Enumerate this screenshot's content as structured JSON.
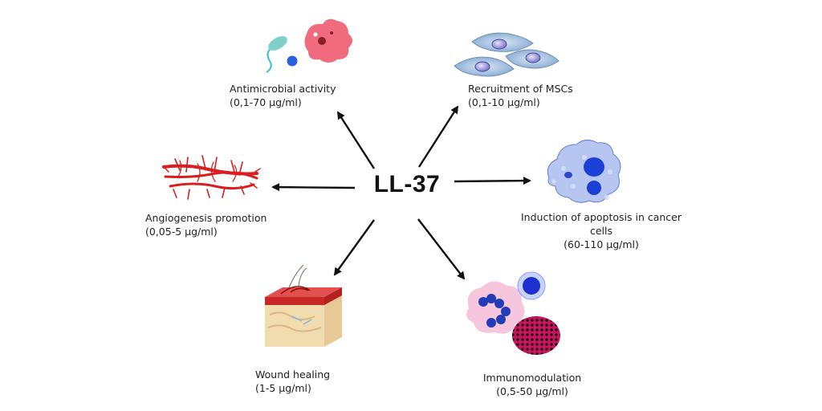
{
  "center": {
    "label": "LL-37"
  },
  "nodes": [
    {
      "id": "antimicrobial",
      "title": "Antimicrobial activity",
      "range": "(0,1-70 µg/ml)",
      "icon": "bacteria-icon"
    },
    {
      "id": "mscs",
      "title": "Recruitment of MSCs",
      "range": "(0,1-10 µg/ml)",
      "icon": "stem-cells-icon"
    },
    {
      "id": "angiogenesis",
      "title": "Angiogenesis promotion",
      "range": "(0,05-5 µg/ml)",
      "icon": "blood-vessels-icon"
    },
    {
      "id": "apoptosis",
      "title_lines": [
        "Induction of apoptosis in cancer",
        "cells"
      ],
      "range": "(60-110 µg/ml)",
      "icon": "cancer-cells-icon"
    },
    {
      "id": "wound",
      "title": "Wound healing",
      "range": "(1-5 µg/ml)",
      "icon": "skin-tissue-icon"
    },
    {
      "id": "immuno",
      "title": "Immunomodulation",
      "range": "(0,5-50 µg/ml)",
      "icon": "immune-cells-icon"
    }
  ],
  "colors": {
    "arrow": "#111111",
    "bacteria_pink": "#ef6b7d",
    "cell_blue": "#9fb8d8",
    "nucleus_blue": "#2d4fc4",
    "vessel_red": "#d81e1e",
    "skin": "#f1dcb0",
    "mast_cell": "#c2185b"
  }
}
